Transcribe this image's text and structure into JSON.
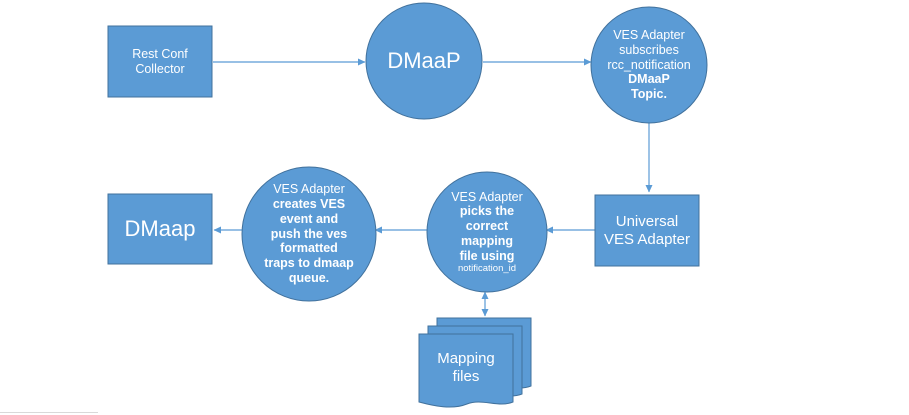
{
  "nodes": {
    "rest_conf_collector": {
      "lines": [
        "Rest Conf",
        "Collector"
      ]
    },
    "dmaap_top": {
      "lines": [
        "DMaaP"
      ]
    },
    "ves_subscribes": {
      "lines": [
        "VES Adapter",
        "subscribes",
        "rcc_notification",
        "DMaaP",
        "Topic."
      ]
    },
    "universal_ves": {
      "lines": [
        "Universal",
        "VES Adapter"
      ]
    },
    "ves_picks": {
      "lines": [
        "VES Adapter",
        "picks the",
        "correct",
        "mapping",
        "file using",
        "notification_id"
      ]
    },
    "ves_creates": {
      "lines": [
        "VES Adapter",
        "creates VES",
        "event and",
        "push the ves",
        "formatted",
        "traps to dmaap",
        "queue."
      ]
    },
    "dmaap_bottom": {
      "lines": [
        "DMaap"
      ]
    },
    "mapping_files": {
      "lines": [
        "Mapping",
        "files"
      ]
    }
  },
  "colors": {
    "fill": "#5b9bd5",
    "stroke": "#41719c",
    "text": "#ffffff",
    "connector": "#5b9bd5"
  }
}
